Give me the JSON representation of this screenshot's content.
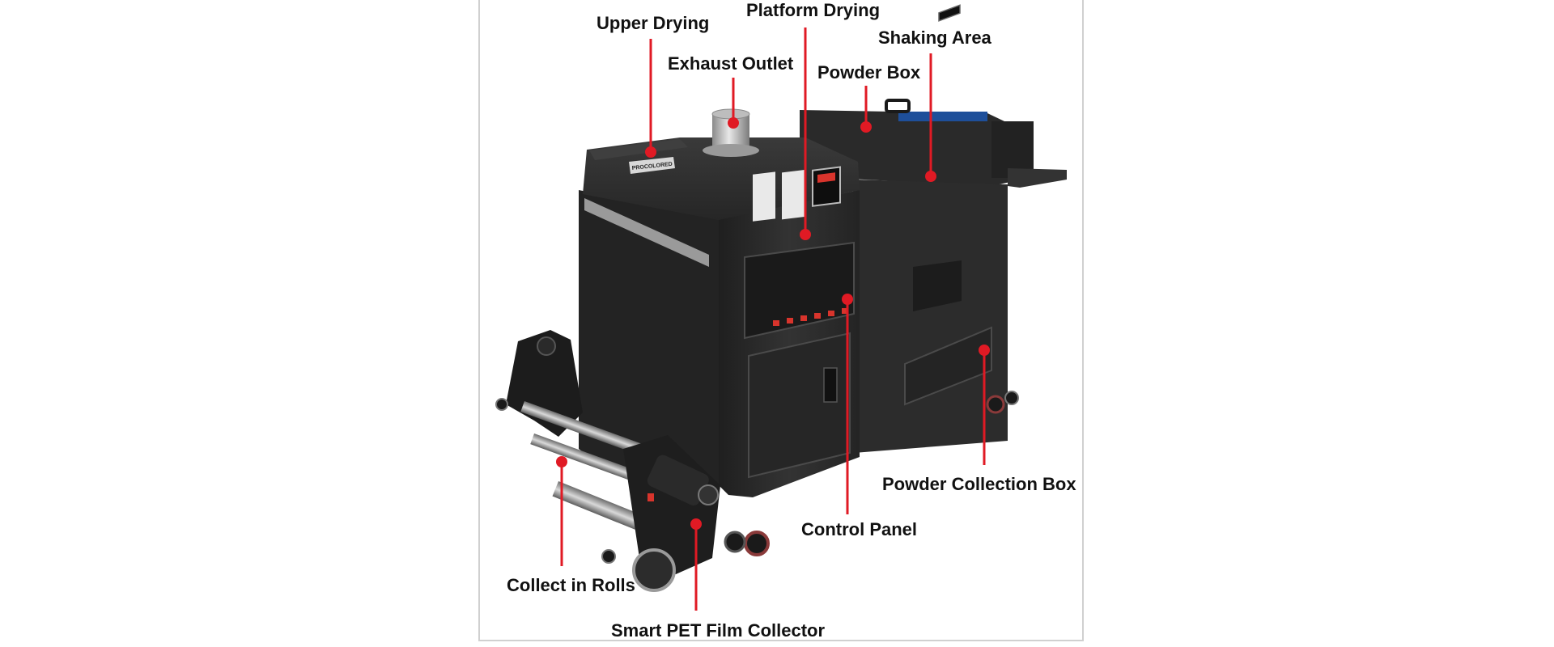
{
  "colors": {
    "leader": "#e01a24",
    "machine": "#2b2b2b",
    "frame_border": "#d0d0d0"
  },
  "labels": {
    "upper_drying": "Upper Drying",
    "platform_drying": "Platform Drying",
    "exhaust_outlet": "Exhaust Outlet",
    "shaking_area": "Shaking Area",
    "powder_box": "Powder Box",
    "control_panel": "Control Panel",
    "powder_collection_box": "Powder Collection Box",
    "collect_in_rolls": "Collect in Rolls",
    "smart_pet_film_collector": "Smart PET Film Collector"
  },
  "machine": {
    "brand_plate": "PROCOLORED"
  }
}
